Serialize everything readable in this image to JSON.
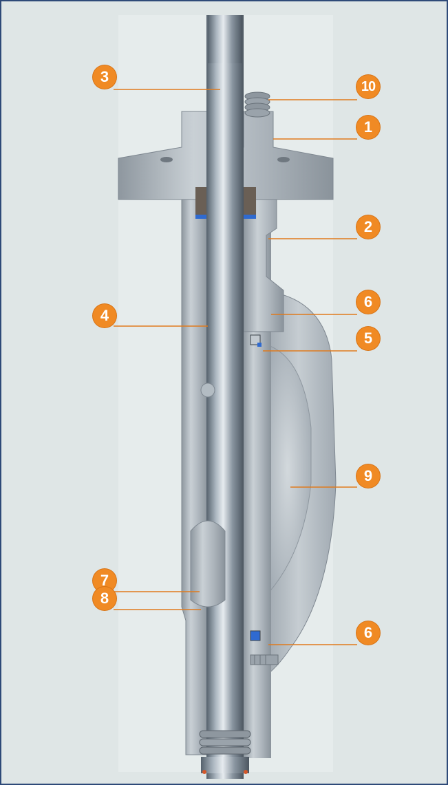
{
  "colors": {
    "frame_border": "#2e4a78",
    "background": "#dfe6e6",
    "callout": "#f08a24",
    "leader_line": "#e07a1c",
    "metal": "#a7b0b8",
    "shaft": "#7f8d9a",
    "seal_blue": "#2f6ad0"
  },
  "callouts": [
    {
      "id": "c3",
      "label": "3"
    },
    {
      "id": "c10",
      "label": "10"
    },
    {
      "id": "c1",
      "label": "1"
    },
    {
      "id": "c2",
      "label": "2"
    },
    {
      "id": "c6a",
      "label": "6"
    },
    {
      "id": "c4",
      "label": "4"
    },
    {
      "id": "c5",
      "label": "5"
    },
    {
      "id": "c9",
      "label": "9"
    },
    {
      "id": "c7",
      "label": "7"
    },
    {
      "id": "c8",
      "label": "8"
    },
    {
      "id": "c6b",
      "label": "6"
    }
  ]
}
